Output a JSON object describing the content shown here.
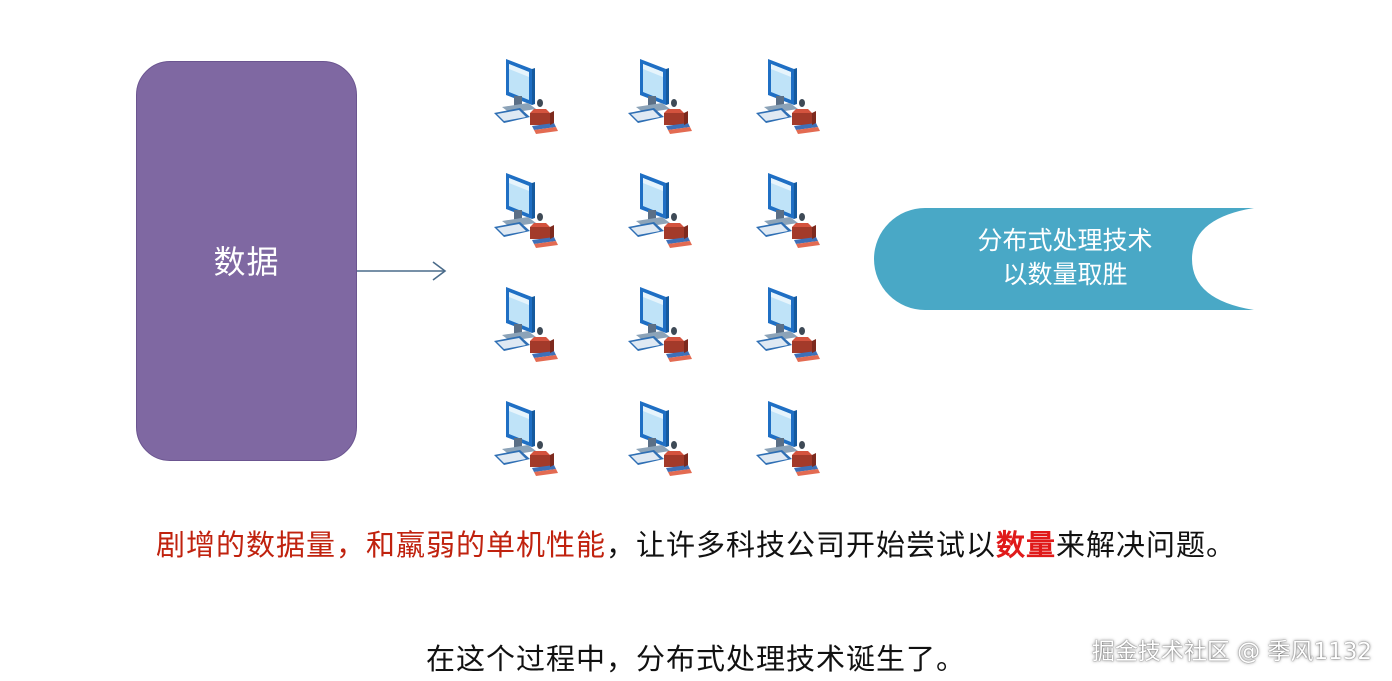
{
  "data_box": {
    "label": "数据"
  },
  "icon": "computer-workstation-icon",
  "computers": {
    "rows": 4,
    "cols": 3
  },
  "pill": {
    "line1": "分布式处理技术",
    "line2": "以数量取胜"
  },
  "caption1": {
    "part1": "剧增的数据量，和羸弱的单机性能",
    "part2": "，让许多科技公司开始尝试以",
    "part3": "数量",
    "part4": "来解决问题。"
  },
  "caption2": "在这个过程中，分布式处理技术诞生了。",
  "watermark": "掘金技术社区 @ 季风1132",
  "colors": {
    "box": "#7f68a2",
    "pill": "#49a8c6",
    "arrow": "#4a6b8a",
    "highlight_red": "#c0220e",
    "strong_red": "#e01a1a"
  }
}
